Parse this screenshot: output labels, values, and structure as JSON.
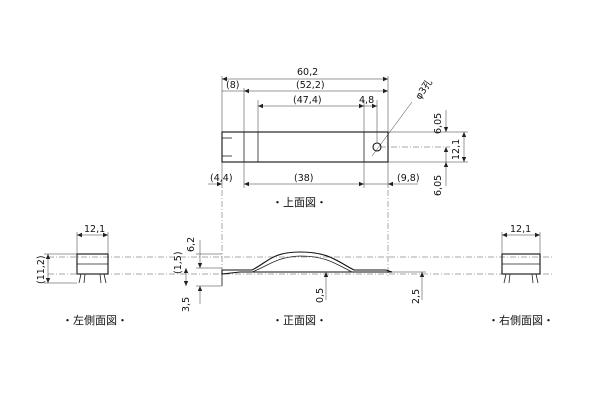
{
  "top_view": {
    "caption": "・上面図・",
    "dims": {
      "overall_width": "60,2",
      "inner_width": "(52,2)",
      "left_offset": "(8)",
      "slot_width": "(47,4)",
      "hole_offset": "4,8",
      "hole_note": "φ3孔",
      "height": "12,1",
      "half_height_top": "6,05",
      "half_height_bottom": "6,05",
      "bottom_left": "(4,4)",
      "bottom_center": "(38)",
      "bottom_right": "(9,8)"
    }
  },
  "left_view": {
    "caption": "・左側面図・",
    "dims": {
      "width": "12,1",
      "height": "(11,2)"
    }
  },
  "front_view": {
    "caption": "・正面図・",
    "dims": {
      "thickness_a": "(1,5)",
      "thickness_b": "6,2",
      "offset": "3,5",
      "sheet": "0,5",
      "right": "2,5"
    }
  },
  "right_view": {
    "caption": "・右側面図・",
    "dims": {
      "width": "12,1"
    }
  }
}
